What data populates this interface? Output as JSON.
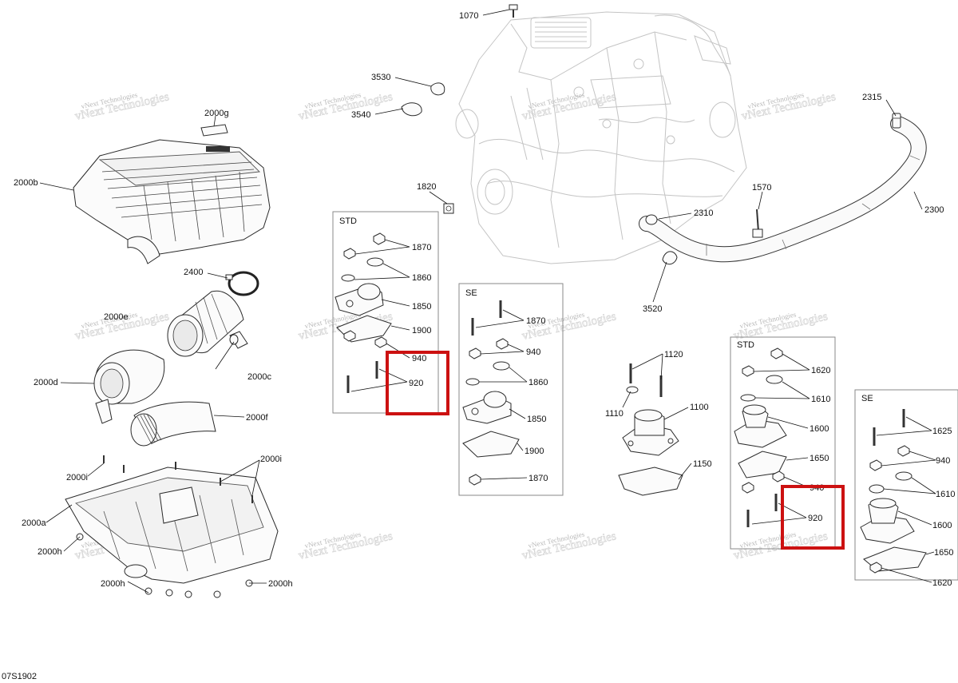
{
  "diagram_ref": "07S1902",
  "watermark_text": "vNext Technologies",
  "highlight_color": "#cc1111",
  "groups": {
    "std_left": "STD",
    "se_mid": "SE",
    "std_right": "STD",
    "se_right": "SE"
  },
  "parts": {
    "p1070": "1070",
    "p3530": "3530",
    "p3540": "3540",
    "p2315": "2315",
    "p2000g": "2000g",
    "p2000b": "2000b",
    "p1820": "1820",
    "p1570": "1570",
    "p2310": "2310",
    "p2300": "2300",
    "p3520": "3520",
    "p2400": "2400",
    "p2000e": "2000e",
    "p2000c": "2000c",
    "p2000d": "2000d",
    "p2000f": "2000f",
    "p2000i_a": "2000i",
    "p2000i_b": "2000i",
    "p2000a": "2000a",
    "p2000h_a": "2000h",
    "p2000h_b": "2000h",
    "p2000h_c": "2000h",
    "std_l_1870": "1870",
    "std_l_1860": "1860",
    "std_l_1850": "1850",
    "std_l_1900": "1900",
    "std_l_940": "940",
    "std_l_920": "920",
    "se_m_1870a": "1870",
    "se_m_940": "940",
    "se_m_1860": "1860",
    "se_m_1850": "1850",
    "se_m_1900": "1900",
    "se_m_1870b": "1870",
    "p1120": "1120",
    "p1110": "1110",
    "p1100": "1100",
    "p1150": "1150",
    "std_r_1620": "1620",
    "std_r_1610": "1610",
    "std_r_1600": "1600",
    "std_r_1650": "1650",
    "std_r_940": "940",
    "std_r_920": "920",
    "se_r_1625": "1625",
    "se_r_940": "940",
    "se_r_1610": "1610",
    "se_r_1600": "1600",
    "se_r_1650": "1650",
    "se_r_1620": "1620"
  }
}
